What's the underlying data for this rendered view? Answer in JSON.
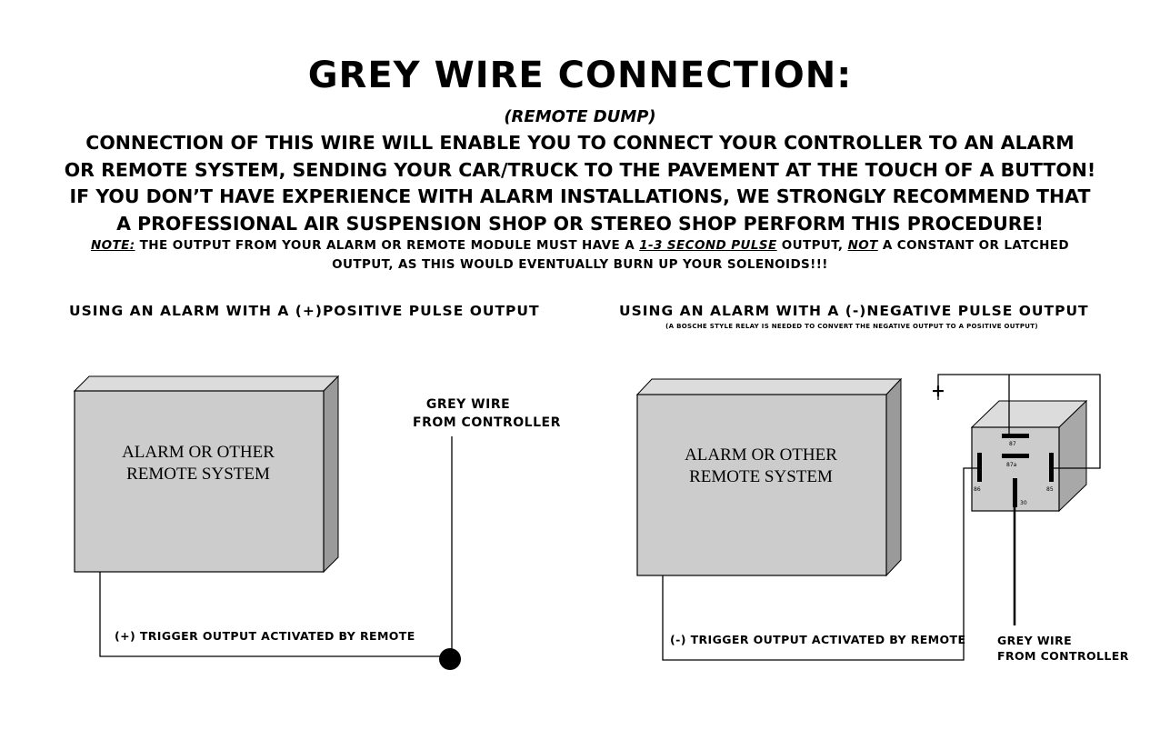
{
  "title": "GREY WIRE CONNECTION:",
  "subtitle": "(REMOTE DUMP)",
  "intro_lines": [
    "CONNECTION OF THIS WIRE WILL ENABLE YOU TO CONNECT YOUR CONTROLLER TO AN ALARM",
    "OR REMOTE SYSTEM, SENDING YOUR CAR/TRUCK TO THE PAVEMENT AT THE TOUCH OF A BUTTON!",
    "IF YOU DON’T HAVE EXPERIENCE WITH ALARM INSTALLATIONS, WE STRONGLY RECOMMEND THAT",
    "A PROFESSIONAL AIR SUSPENSION SHOP OR STEREO SHOP PERFORM THIS PROCEDURE!"
  ],
  "note": {
    "label": "NOTE:",
    "part1": " THE OUTPUT FROM YOUR ALARM  OR REMOTE MODULE MUST HAVE A ",
    "pulse": "1-3 SECOND PULSE",
    "part2": " OUTPUT, ",
    "not": "NOT",
    "part3": " A CONSTANT OR LATCHED",
    "line2": "OUTPUT, AS THIS WOULD EVENTUALLY BURN UP YOUR SOLENOIDS!!!"
  },
  "left": {
    "heading": "USING AN ALARM WITH A (+)POSITIVE PULSE OUTPUT",
    "box_line1": "ALARM OR OTHER",
    "box_line2": "REMOTE SYSTEM",
    "grey_wire_line1": "GREY WIRE",
    "grey_wire_line2": "FROM CONTROLLER",
    "trigger_label": "(+) TRIGGER OUTPUT ACTIVATED BY REMOTE"
  },
  "right": {
    "heading": "USING AN ALARM WITH A (-)NEGATIVE PULSE OUTPUT",
    "subnote": "(A BOSCHE STYLE RELAY IS NEEDED TO CONVERT THE NEGATIVE OUTPUT TO A POSITIVE OUTPUT)",
    "box_line1": "ALARM OR OTHER",
    "box_line2": "REMOTE SYSTEM",
    "plus": "+",
    "relay_pins": {
      "p87": "87",
      "p87a": "87a",
      "p86": "86",
      "p85": "85",
      "p30": "30"
    },
    "trigger_label": "(-) TRIGGER OUTPUT ACTIVATED BY REMOTE",
    "grey_wire_line1": "GREY WIRE",
    "grey_wire_line2": "FROM CONTROLLER"
  },
  "colors": {
    "box_front": "#cccccc",
    "box_top": "#dcdcdc",
    "box_side": "#9a9a9a",
    "relay_side": "#a8a8a8",
    "line": "#000000"
  }
}
